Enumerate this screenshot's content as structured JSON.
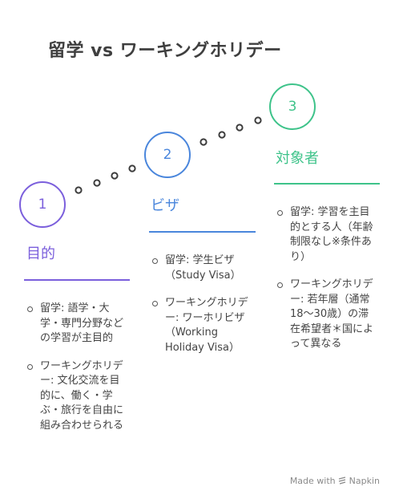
{
  "title": "留学 vs ワーキングホリデー",
  "steps": [
    {
      "number": "1",
      "heading": "目的",
      "color": "#7b5fdc",
      "items": [
        "留学: 語学・大学・専門分野などの学習が主目的",
        "ワーキングホリデー: 文化交流を目的に、働く・学ぶ・旅行を自由に組み合わせられる"
      ]
    },
    {
      "number": "2",
      "heading": "ビザ",
      "color": "#4a86dc",
      "items": [
        "留学: 学生ビザ（Study Visa）",
        "ワーキングホリデー: ワーホリビザ（Working Holiday Visa）"
      ]
    },
    {
      "number": "3",
      "heading": "対象者",
      "color": "#3ec38a",
      "items": [
        "留学: 学習を主目的とする人（年齢制限なし※条件あり）",
        "ワーキングホリデー: 若年層（通常18〜30歳）の滞在希望者＊国によって異なる"
      ]
    }
  ],
  "footer": {
    "made_with": "Made with",
    "brand": "Napkin"
  }
}
